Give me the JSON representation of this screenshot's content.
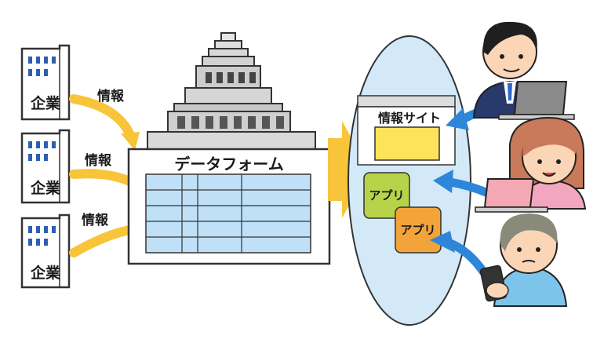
{
  "companies": [
    {
      "label": "企業",
      "flow_label": "情報"
    },
    {
      "label": "企業",
      "flow_label": "情報"
    },
    {
      "label": "企業",
      "flow_label": "情報"
    }
  ],
  "dataform": {
    "title": "データフォーム"
  },
  "platform": {
    "site_label": "情報サイト",
    "apps": [
      "アプリ",
      "アプリ"
    ]
  },
  "colors": {
    "arrow_yellow": "#f8c43a",
    "arrow_blue": "#2e86d8",
    "ellipse_fill": "#d3e9f7",
    "table_fill": "#bfe0f7",
    "app_green": "#b7d34a",
    "app_orange": "#f2a43a",
    "site_yellow": "#fde35a"
  },
  "icons": [
    "office-building-icon",
    "parliament-building-icon",
    "businessman-laptop-icon",
    "woman-laptop-icon",
    "boy-smartphone-icon"
  ]
}
